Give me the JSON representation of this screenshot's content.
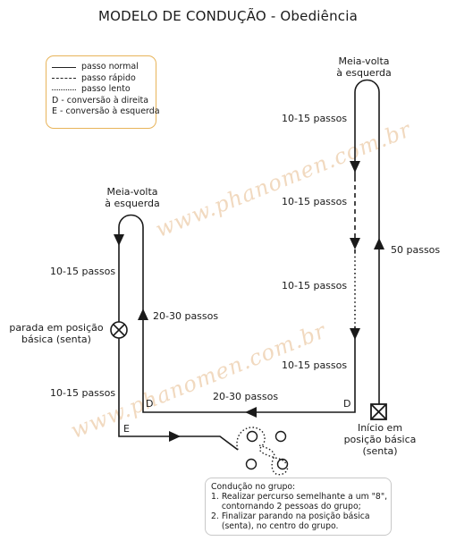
{
  "title": "MODELO DE CONDUÇÃO - Obediência",
  "legend": {
    "normal": "passo normal",
    "fast": "passo rápido",
    "slow": "passo lento",
    "right_turn": "D - conversão à direita",
    "left_turn": "E - conversão à esquerda"
  },
  "watermark": "www.phanomen.com.br",
  "labels": {
    "about_turn_right": [
      "Meia-volta",
      "à esquerda"
    ],
    "about_turn_left": [
      "Meia-volta",
      "à esquerda"
    ],
    "right_seg_1": "10-15 passos",
    "right_seg_2": "10-15 passos",
    "right_seg_3": "10-15 passos",
    "right_seg_4": "10-15 passos",
    "fifty": "50 passos",
    "left_top": "10-15 passos",
    "left_bottom": "10-15 passos",
    "halt": [
      "parada em posição",
      "básica (senta)"
    ],
    "twenty_30_up": "20-30 passos",
    "twenty_30_bottom": "20-30 passos",
    "start": [
      "Início em",
      "posição básica",
      "(senta)"
    ],
    "d_left": "D",
    "d_right": "D",
    "e_mark": "E"
  },
  "group_note": {
    "heading": "Condução no grupo:",
    "line1": "1. Realizar percurso semelhante a um \"8\",",
    "line2": "    contornando 2 pessoas do grupo;",
    "line3": "2. Finalizar parando na posição básica",
    "line4": "    (senta), no centro do grupo."
  },
  "colors": {
    "legend_border": "#e8b45a",
    "watermark": "#f1d9bf",
    "line": "#1a1a1a"
  }
}
